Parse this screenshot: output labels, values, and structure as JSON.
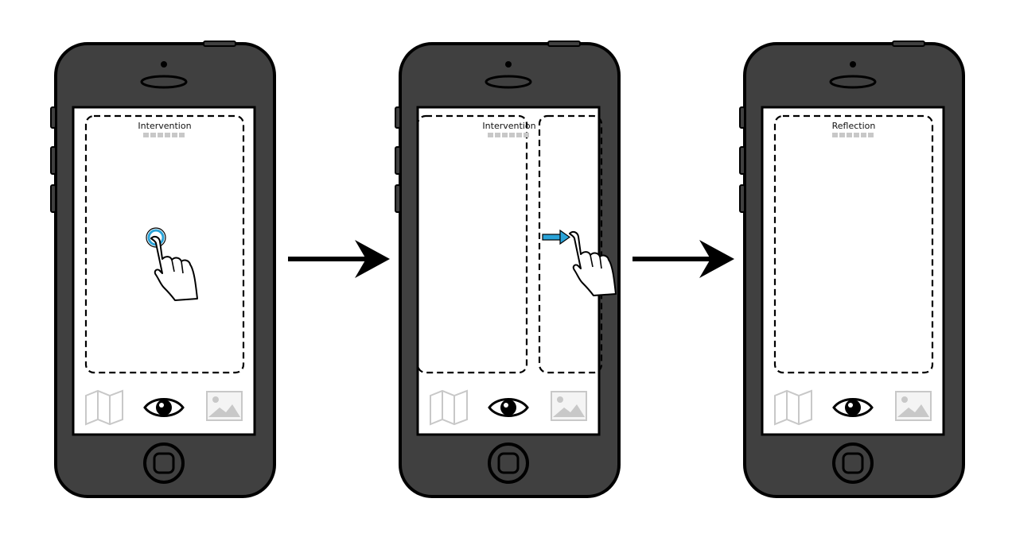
{
  "phones": [
    {
      "title": "Intervention",
      "gesture": "tap"
    },
    {
      "title": "Intervention",
      "gesture": "swipe"
    },
    {
      "title": "Reflection",
      "gesture": "none"
    }
  ],
  "tab_bar": {
    "icons": [
      "map-icon",
      "eye-icon",
      "image-icon"
    ],
    "selected": "eye-icon"
  },
  "page_indicator_dots": 6,
  "colors": {
    "phone_body": "#404040",
    "outline": "#000000",
    "screen": "#ffffff",
    "tab_inactive": "#c8c8c8",
    "gesture_accent": "#2aa3d8"
  }
}
